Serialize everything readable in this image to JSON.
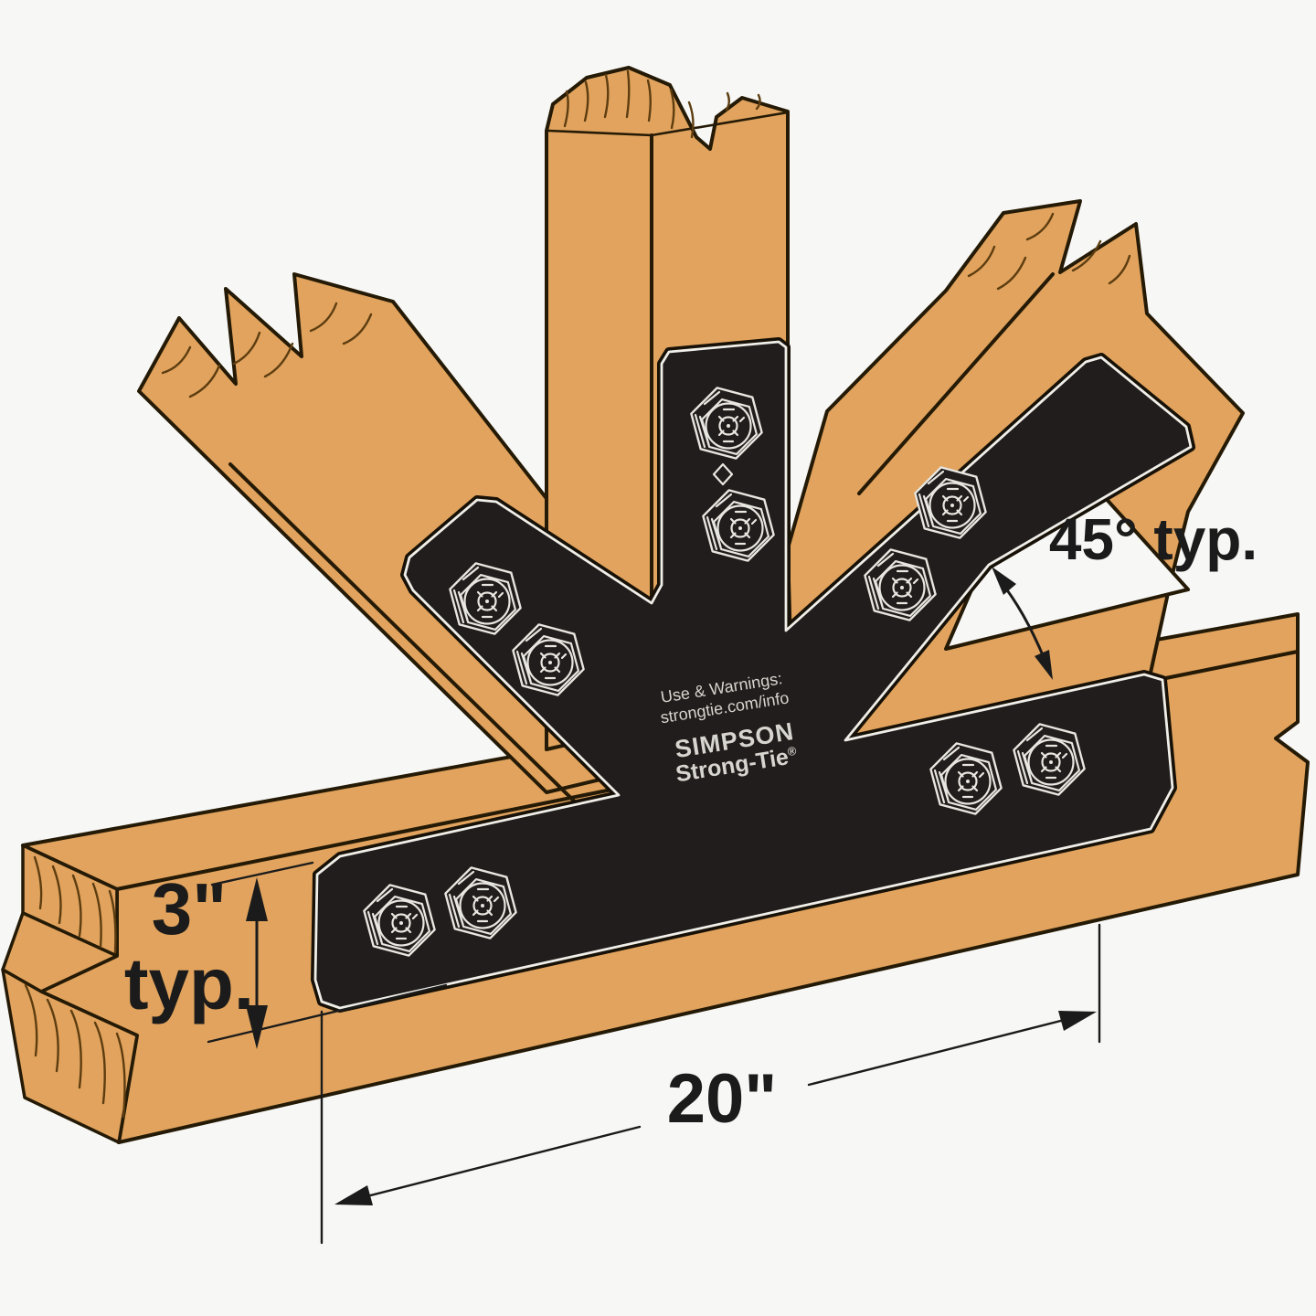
{
  "dimensions": {
    "angle_label": "45° typ.",
    "height_label_line1": "3\"",
    "height_label_line2": "typ.",
    "length_label": "20\""
  },
  "plate_marking": {
    "use_warnings_line1": "Use & Warnings:",
    "use_warnings_line2": "strongtie.com/info",
    "brand_line1": "SIMPSON",
    "brand_line2": "Strong-Tie",
    "registered_mark": "®"
  },
  "hardware": {
    "bolt_count": 10
  },
  "colors": {
    "background": "#f7f7f5",
    "wood": "#e1a35d",
    "outline": "#241a06",
    "grain": "#5d3d10",
    "plate": "#211d1c",
    "plate-edge": "#efeee8",
    "plate-text": "#d7d5cf",
    "bolt": "#e8e6e0",
    "dim": "#1b1b1b"
  }
}
